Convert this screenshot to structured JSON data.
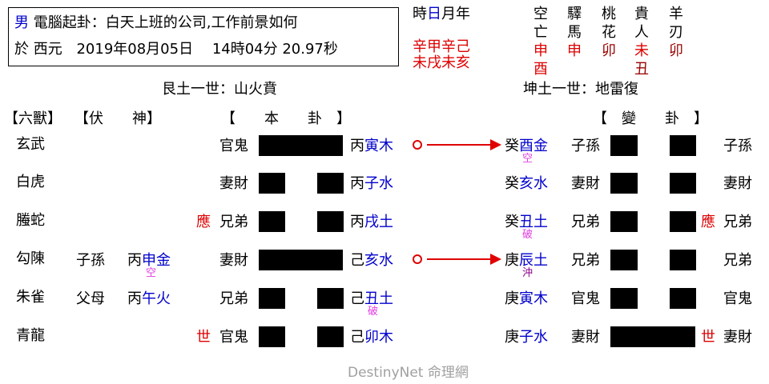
{
  "header": {
    "gender": "男",
    "method": "電腦起卦",
    "question_prefix": "：",
    "question": "白天上班的公司,工作前景如何",
    "date_prefix": "於 西元",
    "date": "2019年08月05日",
    "time": "14時04分 20.97秒"
  },
  "time_label": {
    "pre": "時",
    "day": "日",
    "post": "月年"
  },
  "ganzhi": {
    "stems": "辛甲辛己",
    "branches": "未戌未亥"
  },
  "shensha": [
    {
      "name": [
        "空",
        "亡"
      ],
      "values": [
        {
          "text": "申",
          "color": "red"
        },
        {
          "text": "酉",
          "color": "red"
        }
      ]
    },
    {
      "name": [
        "驛",
        "馬"
      ],
      "values": [
        {
          "text": "申",
          "color": "red"
        }
      ]
    },
    {
      "name": [
        "桃",
        "花"
      ],
      "values": [
        {
          "text": "卯",
          "color": "dred"
        }
      ]
    },
    {
      "name": [
        "貴",
        "人"
      ],
      "values": [
        {
          "text": "未",
          "color": "red"
        },
        {
          "text": "丑",
          "color": "dred"
        }
      ]
    },
    {
      "name": [
        "羊",
        "刃"
      ],
      "values": [
        {
          "text": "卯",
          "color": "dred"
        }
      ]
    }
  ],
  "main_hexagram": "艮土一世：山火賁",
  "changed_hexagram": "坤土一世：地雷復",
  "col_headers": {
    "six_beasts": "【六獸】",
    "fushen": "【伏　　神】",
    "main": "【　　本　　卦　】",
    "changed": "【　變　　卦　】"
  },
  "lines": [
    {
      "beast": "玄武",
      "fu_rel": "",
      "fu_stem": "",
      "fu_branch": "",
      "fu_note": "",
      "marker": "",
      "rel": "官鬼",
      "yang": true,
      "stem": "丙",
      "branch": "寅木",
      "note": "",
      "moving": true,
      "c_stem": "癸",
      "c_branch": "酉金",
      "c_note": "空",
      "c_note_color": "pink",
      "c_rel": "子孫",
      "c_yang": false,
      "c_marker": "",
      "c_rel_right": "子孫"
    },
    {
      "beast": "白虎",
      "fu_rel": "",
      "fu_stem": "",
      "fu_branch": "",
      "fu_note": "",
      "marker": "",
      "rel": "妻財",
      "yang": false,
      "stem": "丙",
      "branch": "子水",
      "note": "",
      "moving": false,
      "c_stem": "癸",
      "c_branch": "亥水",
      "c_note": "",
      "c_note_color": "",
      "c_rel": "妻財",
      "c_yang": false,
      "c_marker": "",
      "c_rel_right": "妻財"
    },
    {
      "beast": "螣蛇",
      "fu_rel": "",
      "fu_stem": "",
      "fu_branch": "",
      "fu_note": "",
      "marker": "應",
      "rel": "兄弟",
      "yang": false,
      "stem": "丙",
      "branch": "戌土",
      "note": "",
      "moving": false,
      "c_stem": "癸",
      "c_branch": "丑土",
      "c_note": "破",
      "c_note_color": "pink",
      "c_rel": "兄弟",
      "c_yang": false,
      "c_marker": "應",
      "c_rel_right": "兄弟"
    },
    {
      "beast": "勾陳",
      "fu_rel": "子孫",
      "fu_stem": "丙",
      "fu_branch": "申金",
      "fu_note": "空",
      "marker": "",
      "rel": "妻財",
      "yang": true,
      "stem": "己",
      "branch": "亥水",
      "note": "",
      "moving": true,
      "c_stem": "庚",
      "c_branch": "辰土",
      "c_note": "沖",
      "c_note_color": "purple",
      "c_rel": "兄弟",
      "c_yang": false,
      "c_marker": "",
      "c_rel_right": "兄弟"
    },
    {
      "beast": "朱雀",
      "fu_rel": "父母",
      "fu_stem": "丙",
      "fu_branch": "午火",
      "fu_note": "",
      "marker": "",
      "rel": "兄弟",
      "yang": false,
      "stem": "己",
      "branch": "丑土",
      "note": "破",
      "moving": false,
      "c_stem": "庚",
      "c_branch": "寅木",
      "c_note": "",
      "c_note_color": "",
      "c_rel": "官鬼",
      "c_yang": false,
      "c_marker": "",
      "c_rel_right": "官鬼"
    },
    {
      "beast": "青龍",
      "fu_rel": "",
      "fu_stem": "",
      "fu_branch": "",
      "fu_note": "",
      "marker": "世",
      "rel": "官鬼",
      "yang": false,
      "stem": "己",
      "branch": "卯木",
      "note": "",
      "moving": false,
      "c_stem": "庚",
      "c_branch": "子水",
      "c_note": "",
      "c_note_color": "",
      "c_rel": "妻財",
      "c_yang": true,
      "c_marker": "世",
      "c_rel_right": "妻財"
    }
  ],
  "watermark": "DestinyNet 命理網",
  "colors": {
    "blue": "#0000cc",
    "red": "#dd0000",
    "dark_red": "#990000",
    "pink": "#e040e0",
    "purple": "#880088",
    "arrow": "#e00000"
  }
}
